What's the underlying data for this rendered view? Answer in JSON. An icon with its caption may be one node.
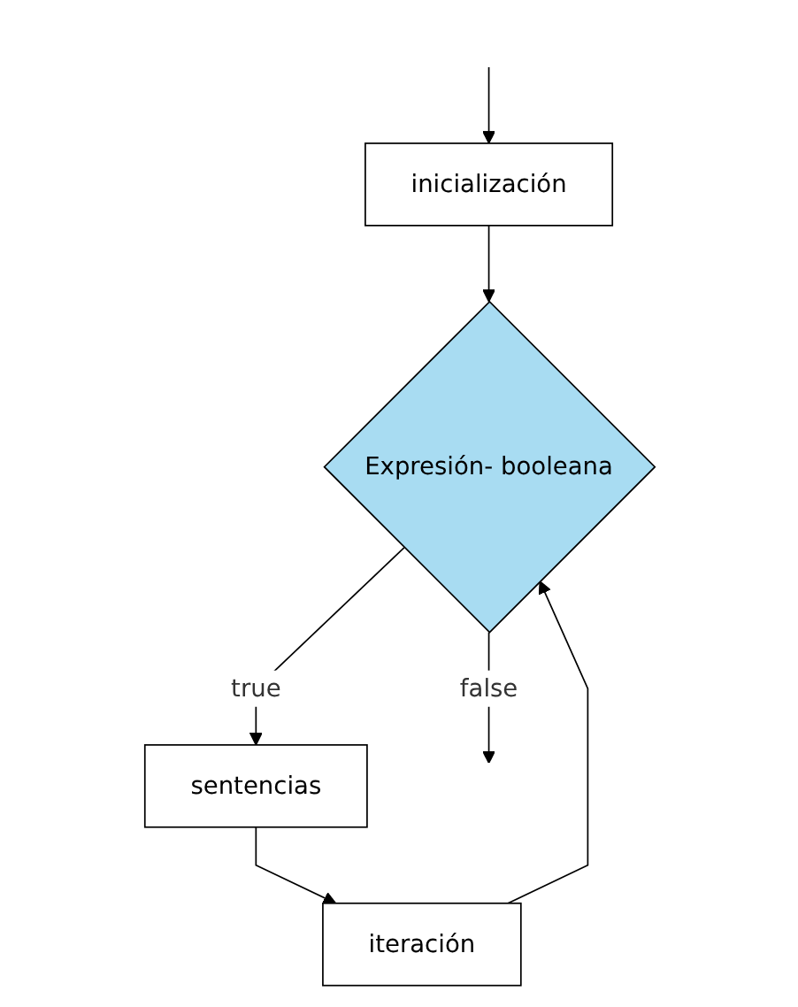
{
  "diagram": {
    "nodes": [
      {
        "text": [
          "inicialización"
        ]
      },
      {
        "text": [
          "Expresión- booleana"
        ]
      },
      {
        "text": [
          "sentencias"
        ]
      },
      {
        "text": [
          "iteración"
        ]
      }
    ],
    "edges": [
      {
        "from": null,
        "to": 0,
        "arrow": "to"
      },
      {
        "from": 0,
        "to": 1,
        "arrow": "to"
      },
      {
        "from": 1,
        "to": 2,
        "arrow": "to",
        "label": "true"
      },
      {
        "from": 2,
        "to": 3,
        "arrow": "to"
      },
      {
        "from": 3,
        "to": 1,
        "arrow": "to"
      },
      {
        "from": 1,
        "to": null,
        "arrow": "to",
        "label": "false"
      }
    ]
  }
}
